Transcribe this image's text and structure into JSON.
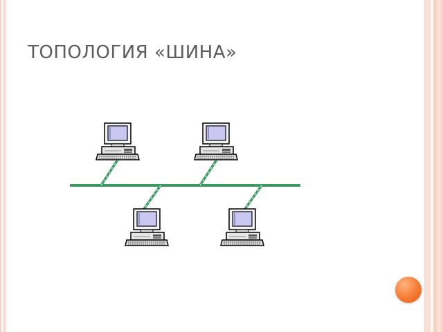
{
  "slide": {
    "title": "Топология «шина»"
  },
  "diagram": {
    "topology": "bus",
    "computers_on_bus": 4,
    "computers_above_bus": 2,
    "computers_below_bus": 2,
    "computer_icon": "desktop-computer-icon",
    "colors": {
      "bus_cable": "#3a9a62",
      "computer_body": "#e8e8e8",
      "computer_screen": "#c8c8f0",
      "accent_circle": "#f57a33"
    }
  }
}
